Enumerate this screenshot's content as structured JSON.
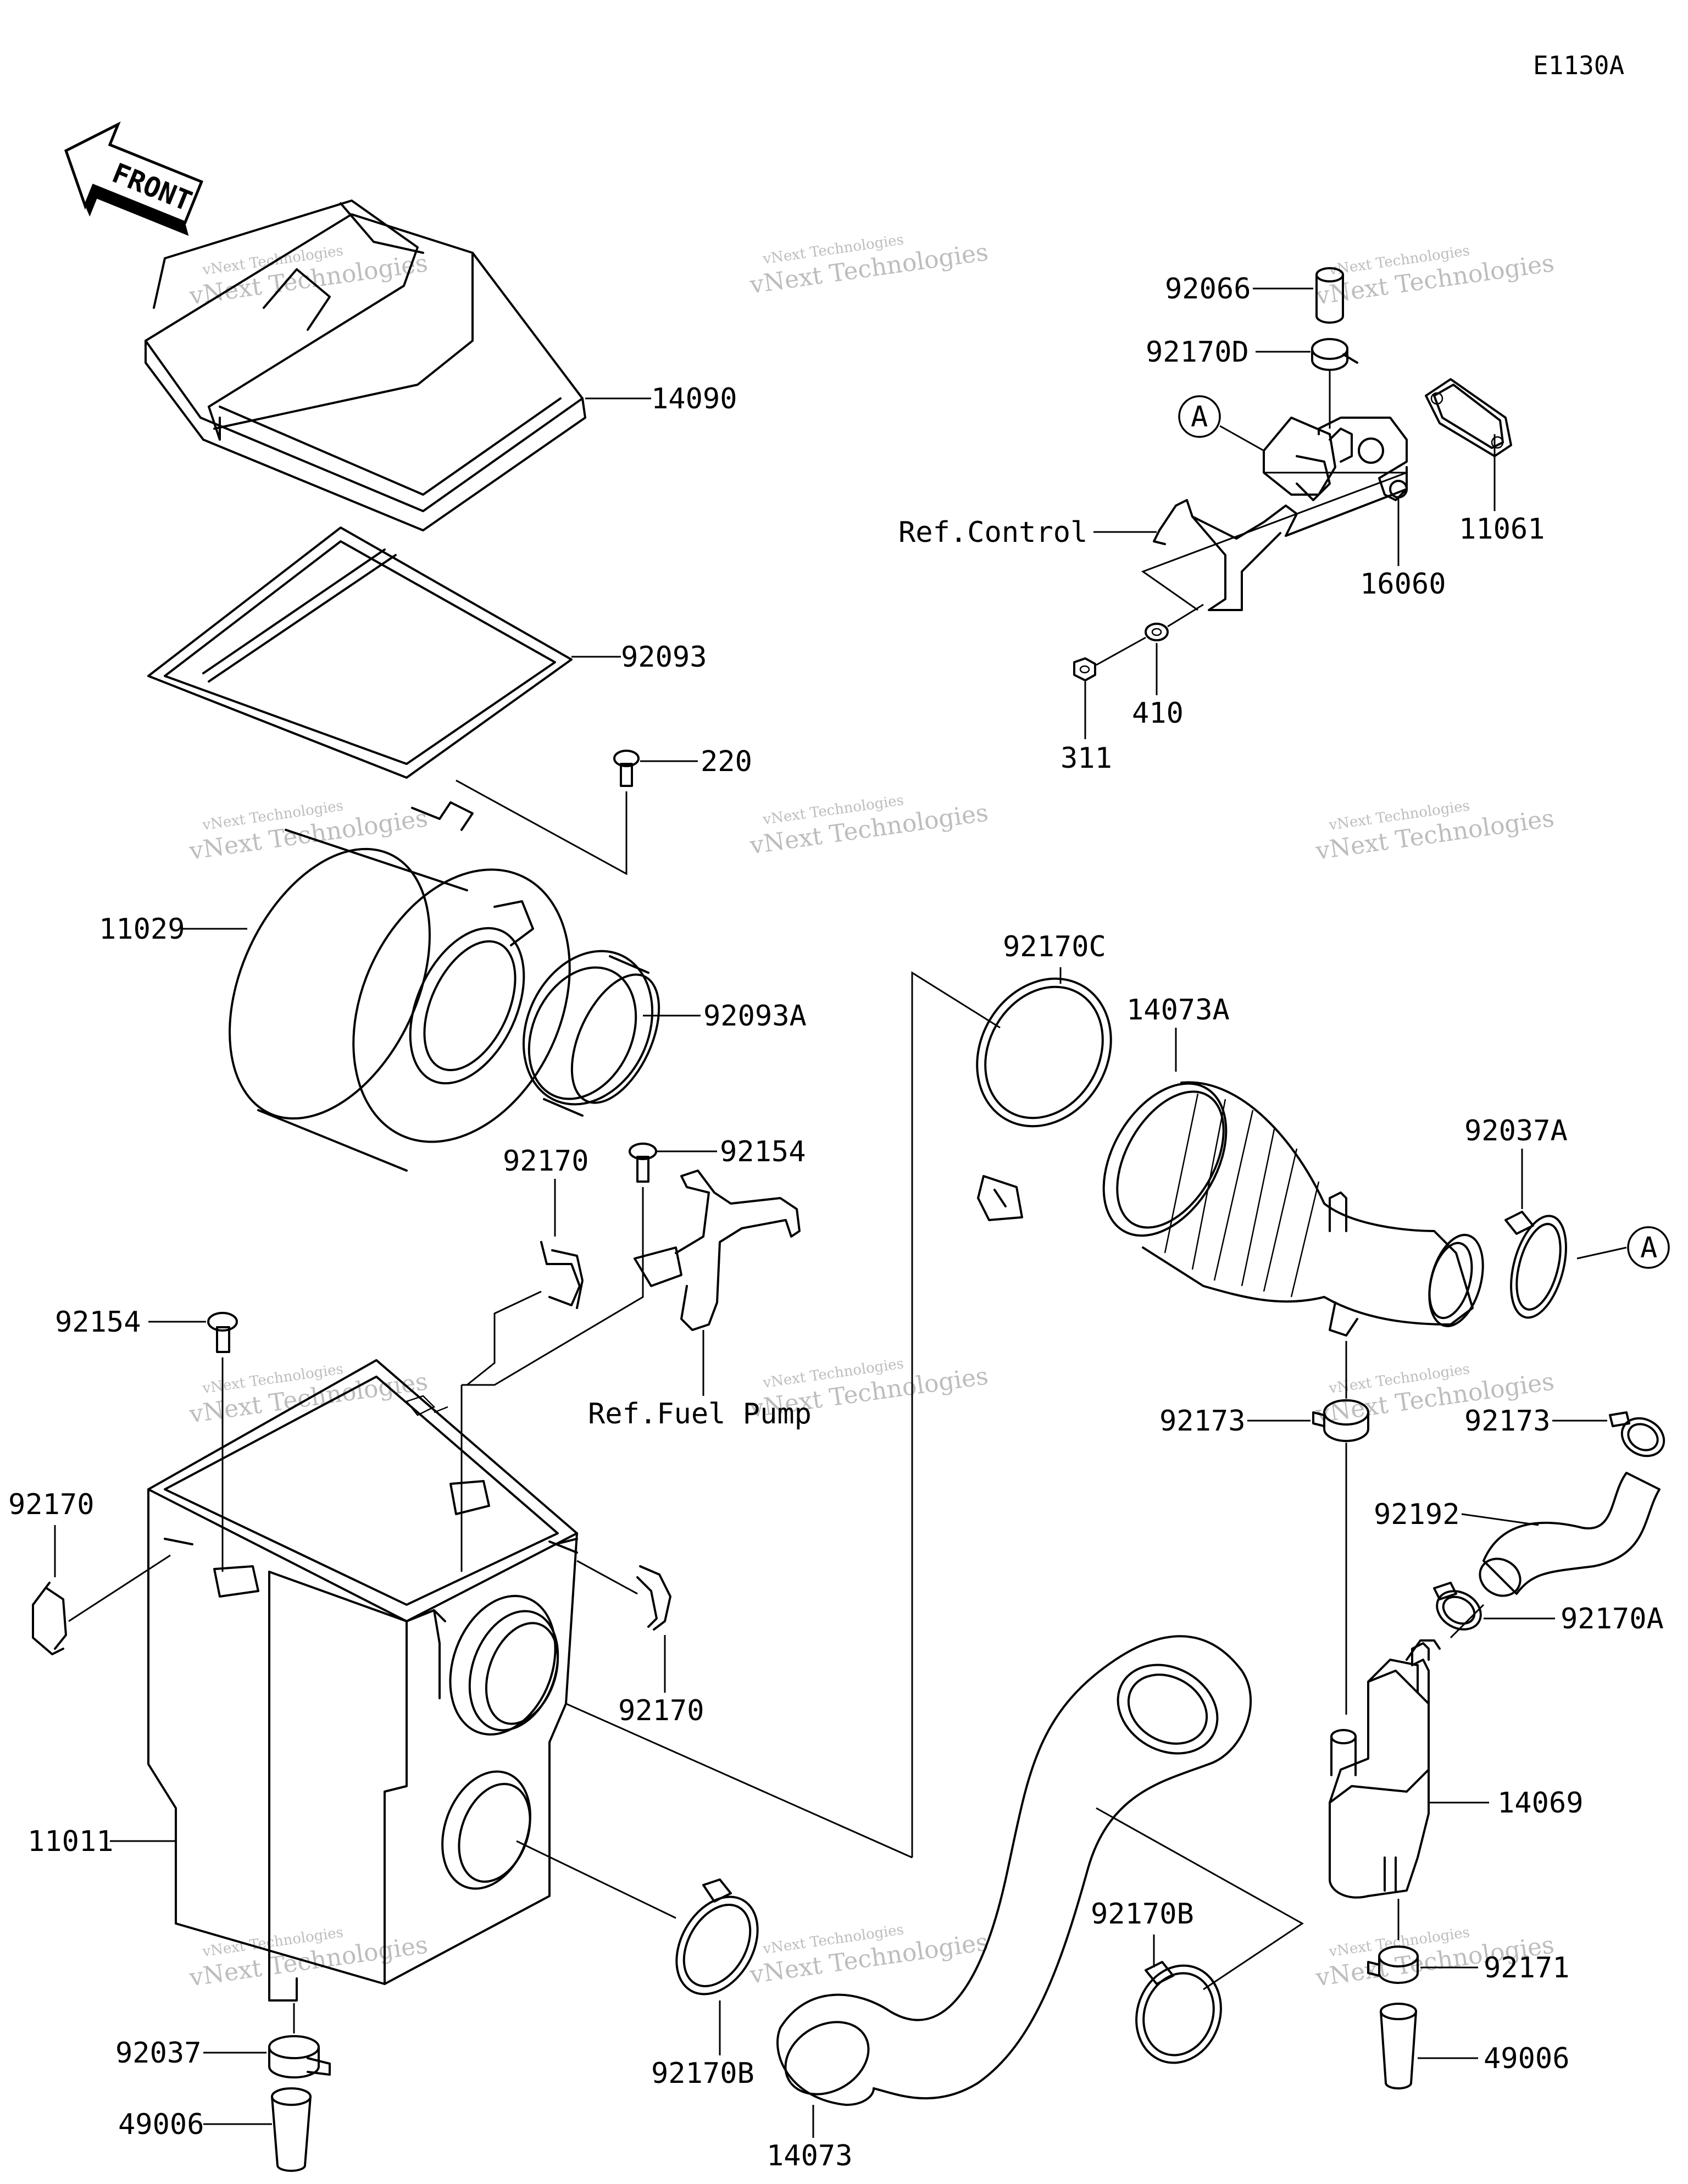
{
  "diagram": {
    "code": "E1130A",
    "front_label": "FRONT",
    "ref_marker": "A",
    "watermark": {
      "line1": "vNext Technologies",
      "line2": "vNext Technologies"
    },
    "labels": {
      "p14090": "14090",
      "p92093": "92093",
      "p220": "220",
      "p11029": "11029",
      "p92093A": "92093A",
      "p92170_top": "92170",
      "p92154_top": "92154",
      "p92154_left": "92154",
      "p92170_left": "92170",
      "p92170_right": "92170",
      "p11011": "11011",
      "p92037": "92037",
      "p49006_left": "49006",
      "p92170B_left": "92170B",
      "p14073": "14073",
      "p92170B_right": "92170B",
      "p92170C": "92170C",
      "p14073A": "14073A",
      "p92037A": "92037A",
      "p92173_left": "92173",
      "p92173_right": "92173",
      "p92192": "92192",
      "p92170A": "92170A",
      "p14069": "14069",
      "p92171": "92171",
      "p49006_right": "49006",
      "p92066": "92066",
      "p92170D": "92170D",
      "p11061": "11061",
      "p16060": "16060",
      "p410": "410",
      "p311": "311",
      "ref_control": "Ref.Control",
      "ref_fuel_pump": "Ref.Fuel Pump"
    }
  }
}
